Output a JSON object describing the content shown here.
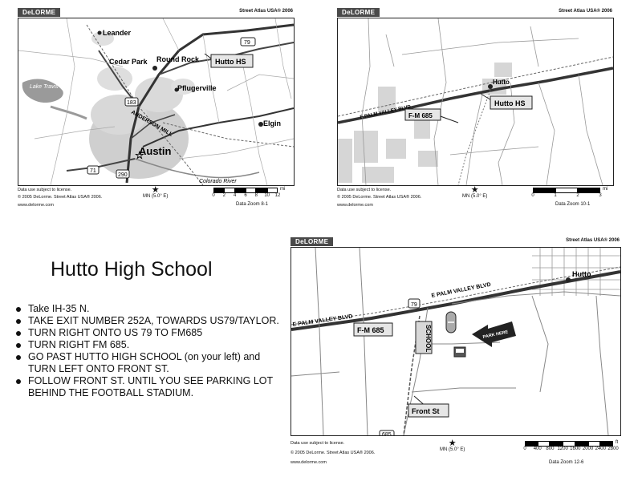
{
  "brand": "DeLORME",
  "map1": {
    "product": "Street Atlas USA® 2006",
    "labels": {
      "leander": "Leander",
      "cedar_park": "Cedar Park",
      "round_rock": "Round Rock",
      "hutto_hs": "Hutto HS",
      "pflugerville": "Pflugerville",
      "lake_travis": "Lake Travis",
      "anderson_mill": "ANDERSON MILL",
      "elgin": "Elgin",
      "austin": "Austin",
      "colorado_river": "Colorado River",
      "shield_183": "183",
      "shield_71": "71",
      "shield_290": "290",
      "shield_79": "79"
    },
    "footer": {
      "license": "Data use subject to license.",
      "copyright": "© 2005 DeLorme. Street Atlas USA® 2006.",
      "website": "www.delorme.com",
      "mn": "MN (5.0° E)",
      "zoom": "Data Zoom 8-1",
      "scale_unit": "mi",
      "scale_ticks": [
        "0",
        "2",
        "4",
        "6",
        "8",
        "10",
        "12"
      ]
    }
  },
  "map2": {
    "product": "Street Atlas USA® 2006",
    "labels": {
      "hutto": "Hutto",
      "hutto_hs": "Hutto HS",
      "road": "E PALM VALLEY BLVD",
      "fm685": "F-M 685"
    },
    "footer": {
      "license": "Data use subject to license.",
      "copyright": "© 2005 DeLorme. Street Atlas USA® 2006.",
      "website": "www.delorme.com",
      "mn": "MN (5.0° E)",
      "zoom": "Data Zoom 10-1",
      "scale_unit": "mi",
      "scale_ticks": [
        "0",
        "1",
        "2",
        "3"
      ]
    }
  },
  "map3": {
    "product": "Street Atlas USA® 2006",
    "labels": {
      "hutto": "Hutto",
      "road_east": "E PALM VALLEY BLVD",
      "road_west": "E PALM VALLEY BLVD",
      "fm685": "F-M 685",
      "school": "SCHOOL",
      "park_here": "PARK HERE",
      "front_st": "Front St",
      "shield_79": "79",
      "shield_685": "685"
    },
    "footer": {
      "license": "Data use subject to license.",
      "copyright": "© 2005 DeLorme. Street Atlas USA® 2006.",
      "website": "www.delorme.com",
      "mn": "MN (5.0° E)",
      "zoom": "Data Zoom 12-6",
      "scale_unit": "ft",
      "scale_ticks": [
        "0",
        "400",
        "800",
        "1200",
        "1600",
        "2000",
        "2400",
        "2800"
      ]
    }
  },
  "title": "Hutto High School",
  "directions": [
    "Take IH-35 N.",
    "TAKE EXIT NUMBER 252A, TOWARDS US79/TAYLOR.",
    "TURN RIGHT ONTO US 79 TO FM685",
    "TURN RIGHT FM 685.",
    "GO PAST HUTTO HIGH SCHOOL (on your left) and TURN LEFT ONTO FRONT ST.",
    "FOLLOW FRONT ST. UNTIL YOU SEE PARKING LOT BEHIND THE FOOTBALL STADIUM."
  ]
}
